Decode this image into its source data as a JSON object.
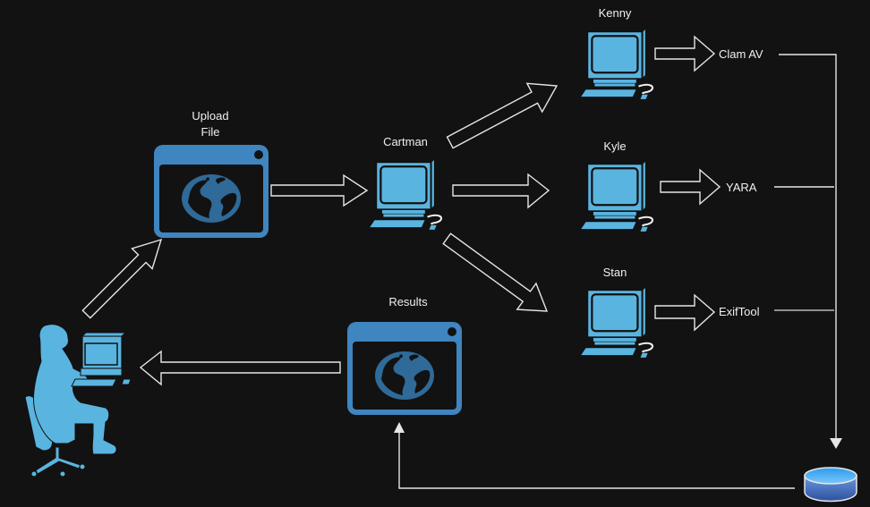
{
  "diagram": {
    "title": "Malware analysis pipeline",
    "colors": {
      "background": "#121212",
      "icon_blue": "#5ab4e0",
      "window_blue": "#3f85bf",
      "globe_blue": "#2f6a98",
      "arrow_stroke": "#e6e6e6",
      "db_top": "#3aa4ec",
      "db_bottom": "#3a5fb8"
    },
    "nodes": {
      "user": {
        "label": "",
        "icon": "person-at-computer-icon"
      },
      "upload": {
        "label": "Upload\nFile",
        "icon": "browser-globe-icon"
      },
      "cartman": {
        "label": "Cartman",
        "icon": "computer-icon"
      },
      "kenny": {
        "label": "Kenny",
        "icon": "computer-icon"
      },
      "kyle": {
        "label": "Kyle",
        "icon": "computer-icon"
      },
      "stan": {
        "label": "Stan",
        "icon": "computer-icon"
      },
      "clamav": {
        "label": "Clam AV"
      },
      "yara": {
        "label": "YARA"
      },
      "exiftool": {
        "label": "ExifTool"
      },
      "results": {
        "label": "Results",
        "icon": "browser-globe-icon"
      },
      "database": {
        "label": "",
        "icon": "database-icon"
      }
    },
    "edges": [
      {
        "from": "user",
        "to": "upload",
        "style": "block-arrow"
      },
      {
        "from": "upload",
        "to": "cartman",
        "style": "block-arrow"
      },
      {
        "from": "cartman",
        "to": "kenny",
        "style": "block-arrow"
      },
      {
        "from": "cartman",
        "to": "kyle",
        "style": "block-arrow"
      },
      {
        "from": "cartman",
        "to": "stan",
        "style": "block-arrow"
      },
      {
        "from": "kenny",
        "to": "clamav",
        "style": "block-arrow"
      },
      {
        "from": "kyle",
        "to": "yara",
        "style": "block-arrow"
      },
      {
        "from": "stan",
        "to": "exiftool",
        "style": "block-arrow"
      },
      {
        "from": "clamav",
        "to": "database",
        "style": "line"
      },
      {
        "from": "yara",
        "to": "database",
        "style": "line"
      },
      {
        "from": "exiftool",
        "to": "database",
        "style": "line"
      },
      {
        "from": "database",
        "to": "results",
        "style": "line-arrow"
      },
      {
        "from": "results",
        "to": "user",
        "style": "block-arrow"
      }
    ]
  }
}
